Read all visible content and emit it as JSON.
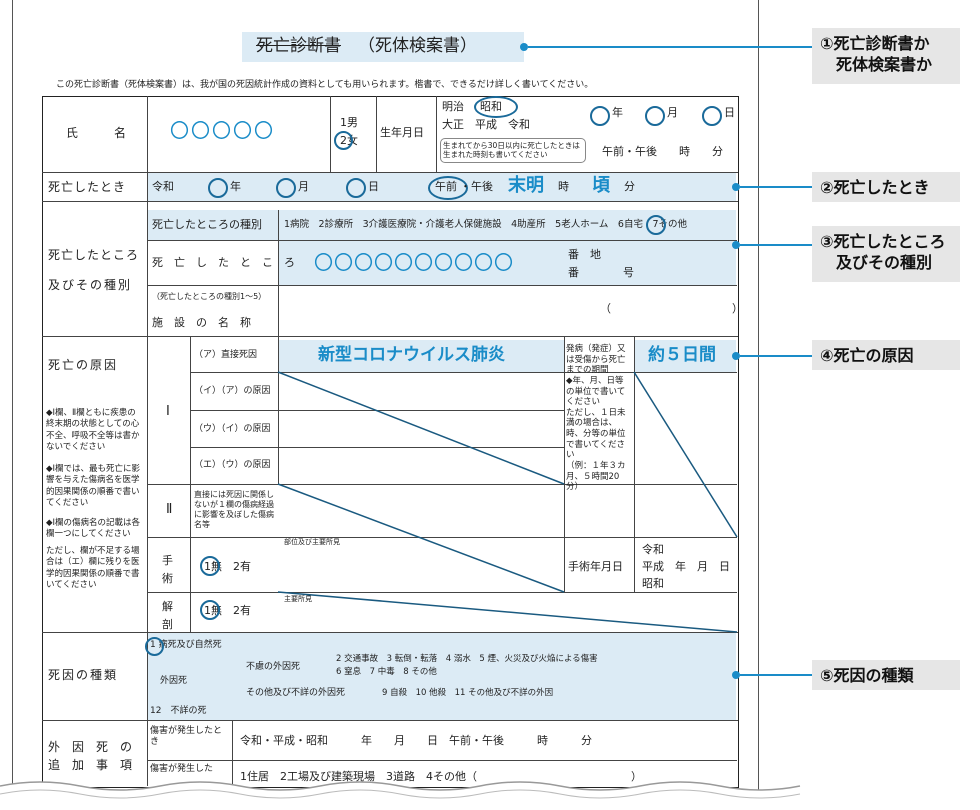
{
  "title": {
    "struck": "死亡診断書",
    "main": "（死体検案書）"
  },
  "intro": "この死亡診断書（死体検案書）は、我が国の死因統計作成の資料としても用いられます。楷書で、できるだけ詳しく書いてください。",
  "name_row": {
    "label": "氏　　　名",
    "value": "〇〇〇〇〇",
    "sex_male": "1男",
    "sex_female": "2女",
    "birth_label": "生年月日",
    "eras1": "明治",
    "eras1b": "昭和",
    "eras2": "大正　平成　令和",
    "birth_note": "生まれてから30日以内に死亡したときは生まれた時刻も書いてください",
    "year": "年",
    "month": "月",
    "day": "日",
    "ampm_time": "午前・午後　　時　　分"
  },
  "death_time": {
    "label": "死亡したとき",
    "era": "令和",
    "year": "年",
    "month": "月",
    "day": "日",
    "ampm_am": "午前",
    "ampm_pm": "・午後",
    "hour": "末明",
    "hour_unit": "時",
    "minute": "頃",
    "minute_unit": "分"
  },
  "death_place": {
    "label1": "死亡したところ",
    "label2": "及びその種別",
    "type_label": "死亡したところの種別",
    "type_options": "1病院　2診療所　3介護医療院・介護老人保健施設　4助産所　5老人ホーム　6自宅　7その他",
    "place_label": "死　亡　し　た　と　こ　ろ",
    "place_value": "〇〇〇〇〇〇〇〇〇〇",
    "banchi": "番　地",
    "ban_go": "番　　　　号",
    "facility_note": "（死亡したところの種別1〜5）",
    "facility_label": "施　設　の　名　称",
    "paren": "（　　　　　　　　　　　）"
  },
  "cause": {
    "label": "死亡の原因",
    "section_I": "Ⅰ",
    "section_II": "Ⅱ",
    "a": "（ア）直接死因",
    "a_value": "新型コロナウイルス肺炎",
    "i": "（イ）（ア）の原因",
    "u": "（ウ）（イ）の原因",
    "e": "（エ）（ウ）の原因",
    "ii_note": "直接には死因に関係しないが１欄の傷病経過に影響を及ぼした傷病名等",
    "onset_note": "発病（発症）又は受傷から死亡までの期間\n◆年、月、日等の単位で書いてください\nただし、１日未満の場合は、時、分等の単位で書いてください\n（例：１年３カ月、５時間20分）",
    "onset_value": "約５日間",
    "notes": [
      "◆Ⅰ欄、Ⅱ欄ともに疾患の終末期の状態としての心不全、呼吸不全等は書かないでください",
      "◆Ⅰ欄では、最も死亡に影響を与えた傷病名を医学的因果関係の順番で書いてください",
      "◆Ⅰ欄の傷病名の記載は各欄一つにしてください",
      "ただし、欄が不足する場合は（エ）欄に残りを医学的因果関係の順番で書いてください"
    ],
    "surgery_label": "手術",
    "surgery_opts": "1無　2有",
    "surgery_note": "部位及び主要所見",
    "surgery_date_label": "手術年月日",
    "surgery_eras": [
      "令和",
      "平成　年　月　日",
      "昭和"
    ],
    "autopsy_label": "解剖",
    "autopsy_opts": "1無　2有",
    "autopsy_note": "主要所見"
  },
  "kind": {
    "label": "死因の種類",
    "l1": "1 病死及び自然死",
    "ext_label": "外因死",
    "unforeseen": "不慮の外因死",
    "unforeseen_items_1": "2 交通事故　3 転倒・転落　4 溺水　5 煙、火災及び火焔による傷害",
    "unforeseen_items_2": "6 窒息　7 中毒　8 その他",
    "other_ext": "その他及び不詳の外因死",
    "other_items": "9 自殺　10 他殺　11 その他及び不詳の外因",
    "l12": "12　不詳の死"
  },
  "external": {
    "label1": "外　因　死　の",
    "label2": "追　加　事　項",
    "when_label": "傷害が発生したとき",
    "when_value": "令和・平成・昭和　　　年　　月　　日　午前・午後　　　時　　　分",
    "where_label": "傷害が発生した",
    "where_value": "1住居　2工場及び建築現場　3道路　4その他（　　　　　　　　　　　　　　）"
  },
  "callouts": [
    "①死亡診断書か\n　死体検案書か",
    "②死亡したとき",
    "③死亡したところ\n　及びその種別",
    "④死亡の原因",
    "⑤死因の種類"
  ],
  "colors": {
    "accent": "#1a8cc8",
    "highlight": "#dcebf5",
    "callout_bg": "#e6e6e6"
  }
}
